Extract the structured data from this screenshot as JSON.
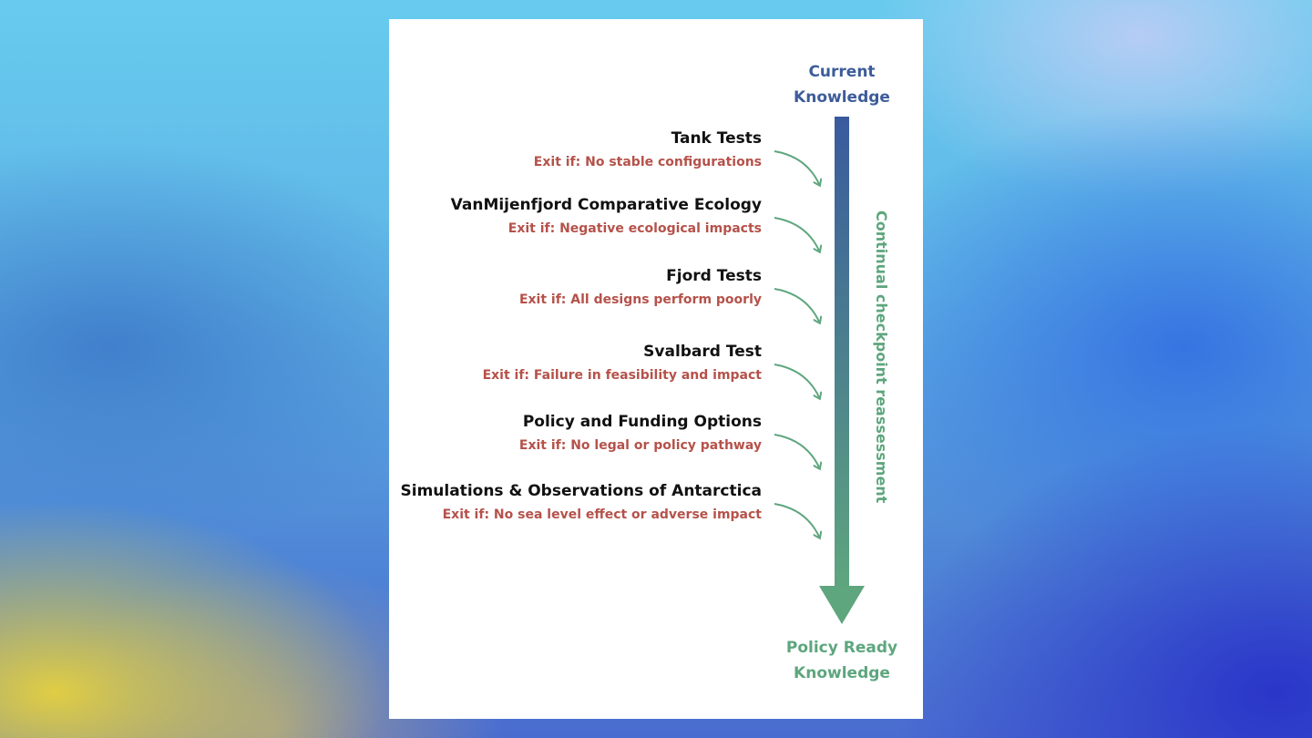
{
  "diagram": {
    "start_label": [
      "Current",
      "Knowledge"
    ],
    "end_label": [
      "Policy Ready",
      "Knowledge"
    ],
    "side_label": "Continual checkpoint reassessment",
    "colors": {
      "start": "#3d5c9a",
      "end": "#5ea67e",
      "title": "#111111",
      "exit": "#b5524a",
      "curved_arrow": "#5ea67e"
    },
    "stages": [
      {
        "title": "Tank Tests",
        "exit": "Exit if: No stable configurations"
      },
      {
        "title": "VanMijenfjord Comparative Ecology",
        "exit": "Exit if: Negative ecological impacts"
      },
      {
        "title": "Fjord Tests",
        "exit": "Exit if: All designs perform poorly"
      },
      {
        "title": "Svalbard Test",
        "exit": "Exit if: Failure in feasibility and impact"
      },
      {
        "title": "Policy and Funding Options",
        "exit": "Exit if: No legal or policy pathway"
      },
      {
        "title": "Simulations & Observations of Antarctica",
        "exit": "Exit if: No sea level effect or adverse impact"
      }
    ]
  }
}
